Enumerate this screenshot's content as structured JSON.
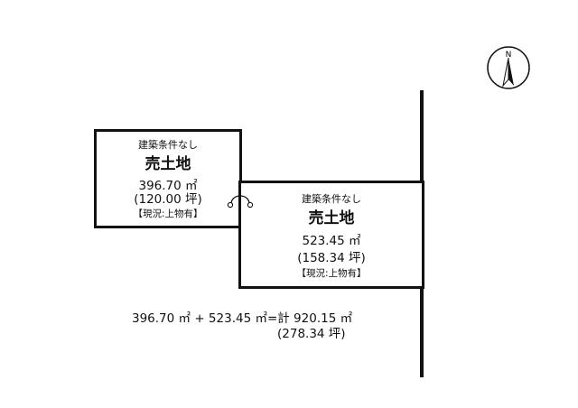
{
  "compass": {
    "label": "N",
    "icon": "north-arrow-icon"
  },
  "lots": [
    {
      "condition": "建築条件なし",
      "type": "売土地",
      "area": "396.70 ㎡",
      "tsubo": "(120.00 坪)",
      "note": "【現況:上物有】"
    },
    {
      "condition": "建築条件なし",
      "type": "売土地",
      "area": "523.45 ㎡",
      "tsubo": "(158.34 坪)",
      "note": "【現況:上物有】"
    }
  ],
  "total": {
    "formula": "396.70 ㎡ + 523.45 ㎡=計 920.15 ㎡",
    "tsubo": "(278.34 坪)"
  },
  "colors": {
    "line": "#111111",
    "background": "#ffffff"
  }
}
